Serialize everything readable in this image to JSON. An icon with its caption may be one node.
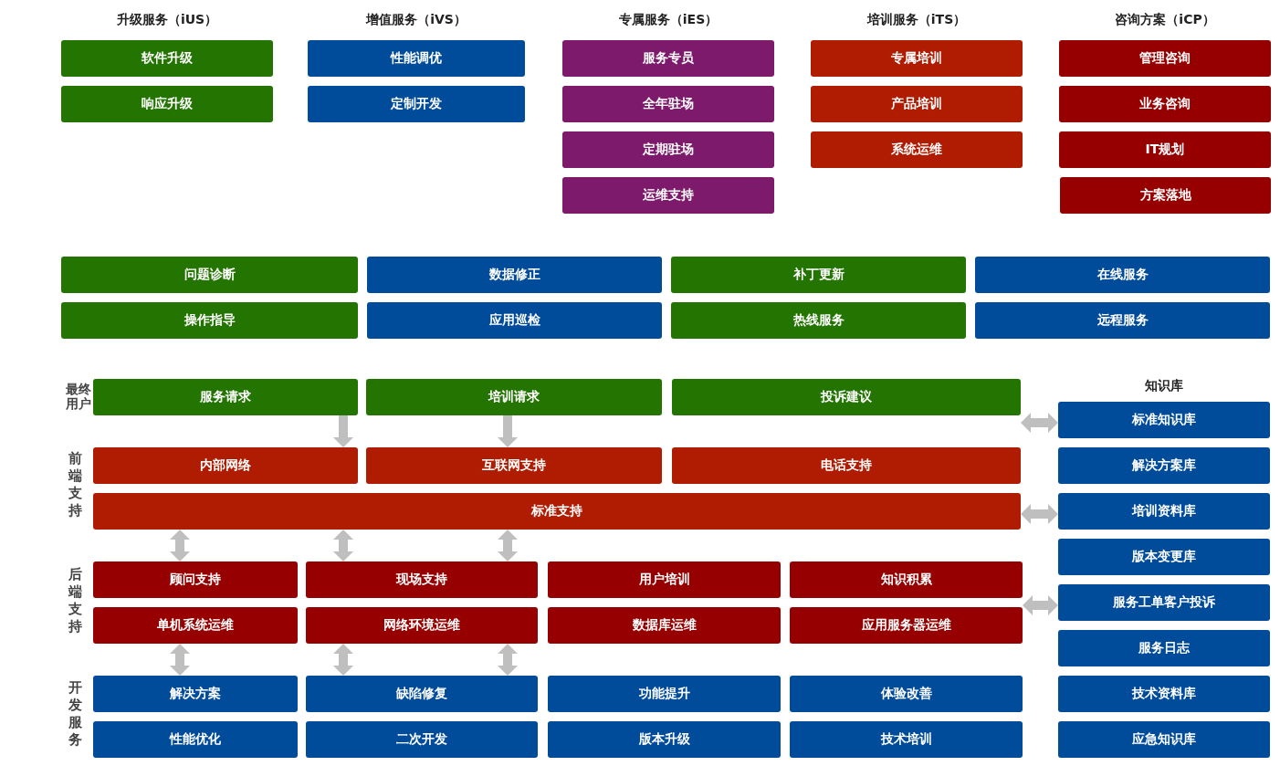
{
  "diagram": {
    "nodes": [
      {
        "text": [
          "软件升级"
        ]
      },
      {
        "text": [
          "响应升级"
        ]
      },
      {
        "text": [
          "性能调优"
        ]
      },
      {
        "text": [
          "定制开发"
        ]
      },
      {
        "text": [
          "服务专员"
        ]
      },
      {
        "text": [
          "全年驻场"
        ]
      },
      {
        "text": [
          "定期驻场"
        ]
      },
      {
        "text": [
          "运维支持"
        ]
      },
      {
        "text": [
          "专属培训"
        ]
      },
      {
        "text": [
          "产品培训"
        ]
      },
      {
        "text": [
          "系统运维"
        ]
      },
      {
        "text": [
          "管理咨询"
        ]
      },
      {
        "text": [
          "业务咨询"
        ]
      },
      {
        "text": [
          "IT规划"
        ]
      },
      {
        "text": [
          "方案落地"
        ]
      },
      {
        "text": [
          "问题诊断"
        ]
      },
      {
        "text": [
          "数据修正"
        ]
      },
      {
        "text": [
          "补丁更新"
        ]
      },
      {
        "text": [
          "在线服务"
        ]
      },
      {
        "text": [
          "操作指导"
        ]
      },
      {
        "text": [
          "应用巡检"
        ]
      },
      {
        "text": [
          "热线服务"
        ]
      },
      {
        "text": [
          "远程服务"
        ]
      },
      {
        "text": [
          "服务请求"
        ]
      },
      {
        "text": [
          "培训请求"
        ]
      },
      {
        "text": [
          "投诉建议"
        ]
      },
      {
        "text": [
          "内部网络"
        ]
      },
      {
        "text": [
          "互联网支持"
        ]
      },
      {
        "text": [
          "电话支持"
        ]
      },
      {
        "text": [
          "标准支持"
        ]
      },
      {
        "text": [
          "顾问支持"
        ]
      },
      {
        "text": [
          "现场支持"
        ]
      },
      {
        "text": [
          "用户培训"
        ]
      },
      {
        "text": [
          "知识积累"
        ]
      },
      {
        "text": [
          "单机系统运维"
        ]
      },
      {
        "text": [
          "网络环境运维"
        ]
      },
      {
        "text": [
          "数据库运维"
        ]
      },
      {
        "text": [
          "应用服务器运维"
        ]
      },
      {
        "text": [
          "解决方案"
        ]
      },
      {
        "text": [
          "缺陷修复"
        ]
      },
      {
        "text": [
          "功能提升"
        ]
      },
      {
        "text": [
          "体验改善"
        ]
      },
      {
        "text": [
          "性能优化"
        ]
      },
      {
        "text": [
          "二次开发"
        ]
      },
      {
        "text": [
          "版本升级"
        ]
      },
      {
        "text": [
          "技术培训"
        ]
      },
      {
        "text": [
          "标准知识库"
        ]
      },
      {
        "text": [
          "解决方案库"
        ]
      },
      {
        "text": [
          "培训资料库"
        ]
      },
      {
        "text": [
          "版本变更库"
        ]
      },
      {
        "text": [
          "服务工单客户投诉"
        ]
      },
      {
        "text": [
          "服务日志"
        ]
      },
      {
        "text": [
          "技术资料库"
        ]
      },
      {
        "text": [
          "应急知识库"
        ]
      }
    ],
    "edges": [
      {
        "from": 23,
        "to": 26,
        "arrow": "to"
      },
      {
        "from": 24,
        "to": 27,
        "arrow": "to"
      },
      {
        "from": 29,
        "to": 30,
        "arrow": "both"
      },
      {
        "from": 29,
        "to": 31,
        "arrow": "both"
      },
      {
        "from": 29,
        "to": 31,
        "arrow": "both"
      },
      {
        "from": 34,
        "to": 38,
        "arrow": "both"
      },
      {
        "from": 35,
        "to": 39,
        "arrow": "both"
      },
      {
        "from": 35,
        "to": 39,
        "arrow": "both"
      },
      {
        "from": 25,
        "to": 46,
        "arrow": "both"
      },
      {
        "from": 29,
        "to": 48,
        "arrow": "both"
      },
      {
        "from": 33,
        "to": 50,
        "arrow": "both"
      }
    ],
    "labels": [
      "升级服务（iUS）",
      "增值服务（iVS）",
      "专属服务（iES）",
      "培训服务（iTS）",
      "咨询方案（iCP）",
      "最终用户",
      "前端支持",
      "后端支持",
      "开发服务",
      "知识库"
    ]
  }
}
